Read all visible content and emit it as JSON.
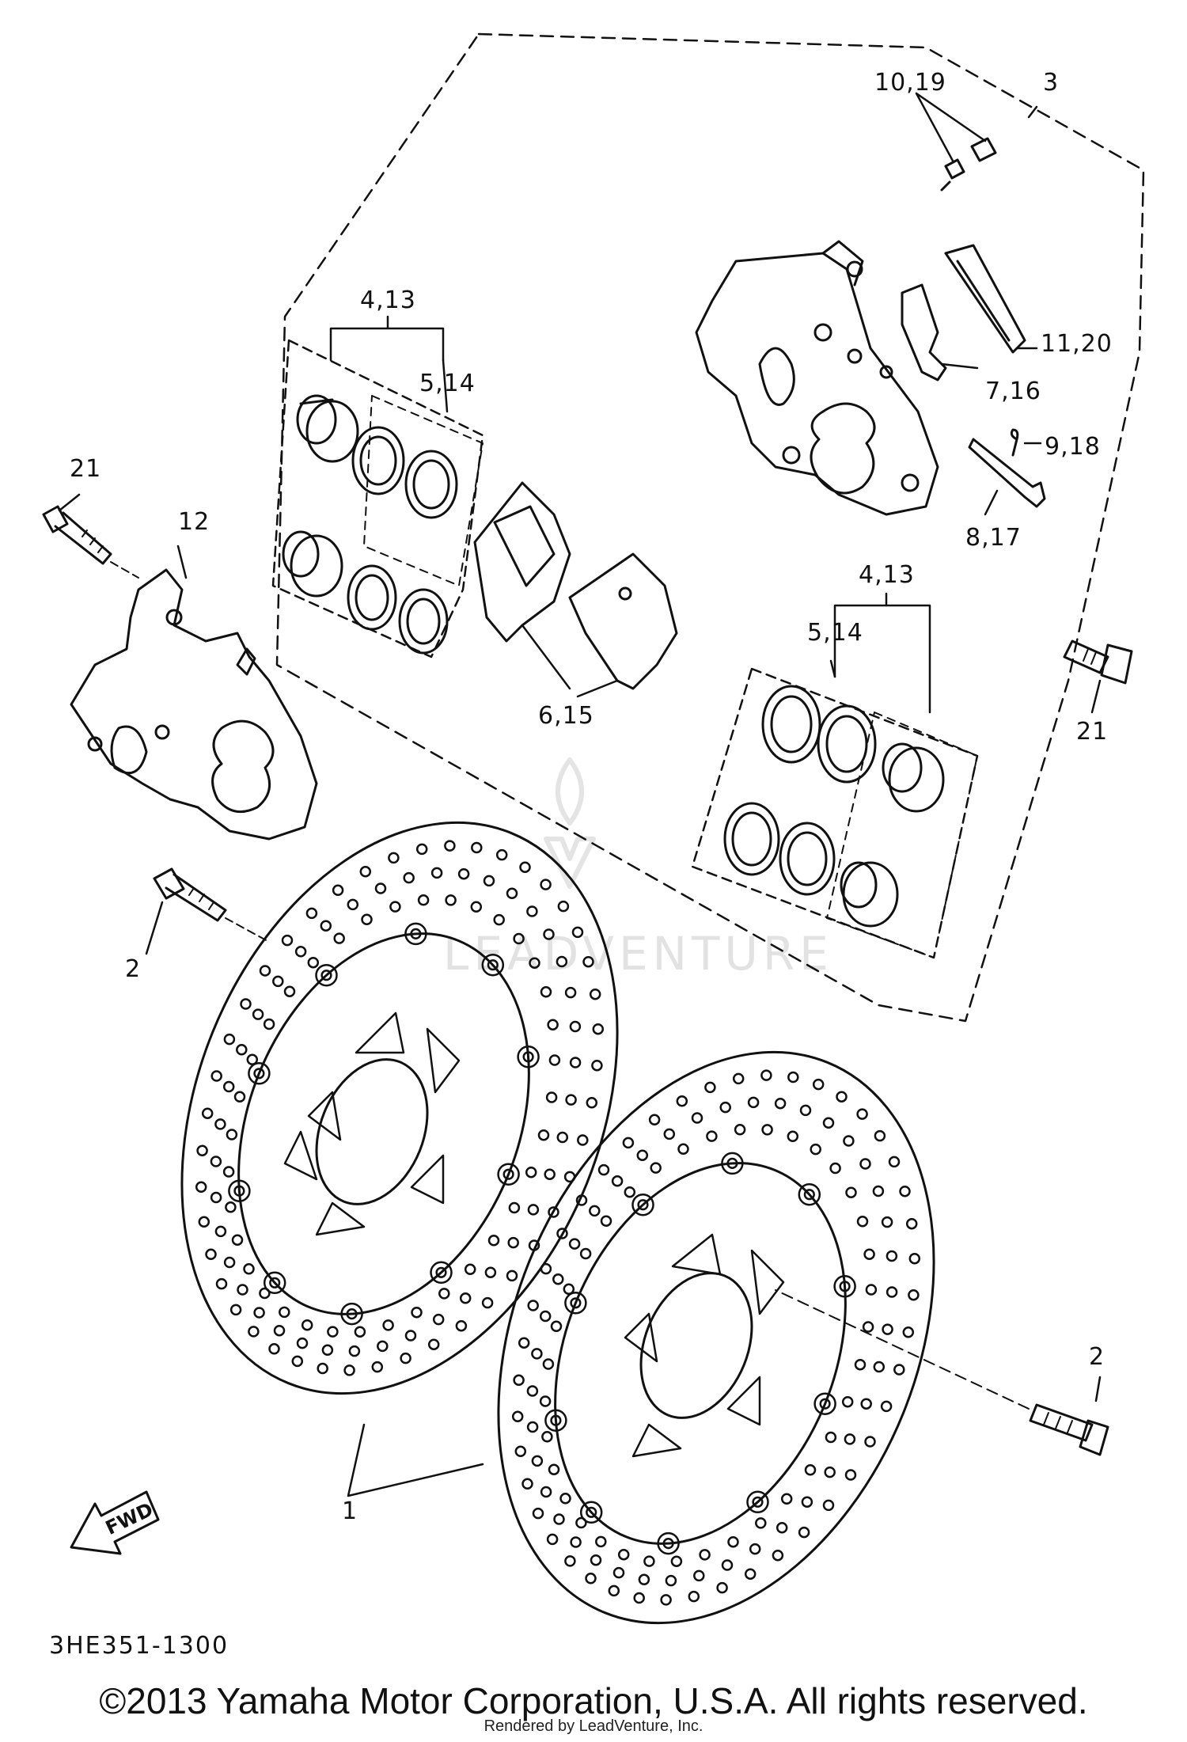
{
  "diagram": {
    "callouts": {
      "c1": "1",
      "c2a": "2",
      "c2b": "2",
      "c3": "3",
      "c4_13a": "4,13",
      "c4_13b": "4,13",
      "c5_14a": "5,14",
      "c5_14b": "5,14",
      "c6_15": "6,15",
      "c7_16": "7,16",
      "c8_17": "8,17",
      "c9_18": "9,18",
      "c10_19": "10,19",
      "c11_20": "11,20",
      "c12": "12",
      "c21a": "21",
      "c21b": "21"
    },
    "fwd_label": "FWD",
    "diagram_code": "3HE351-1300",
    "watermark": "LEADVENTURE"
  },
  "footer": {
    "copyright": "©2013 Yamaha Motor Corporation, U.S.A. All rights reserved.",
    "rendered_by": "Rendered by LeadVenture, Inc."
  },
  "colors": {
    "ink": "#111111",
    "paper": "#ffffff",
    "watermark": "#e6e6e6"
  }
}
